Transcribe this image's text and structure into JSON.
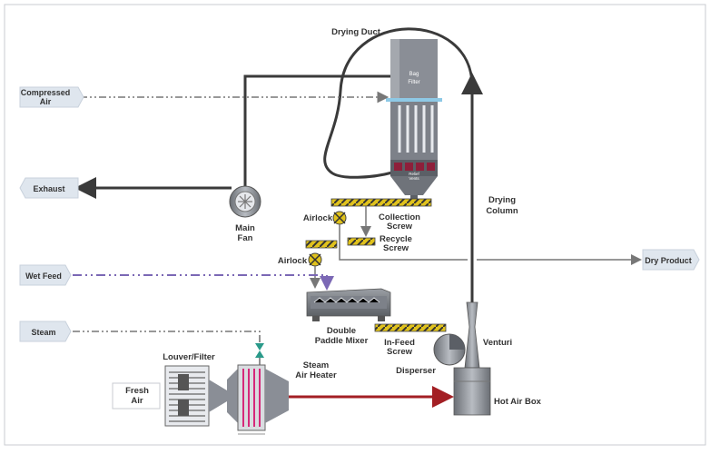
{
  "labels": {
    "drying_duct": "Drying Duct",
    "bag_filter_1": "Bag",
    "bag_filter_2": "Filter",
    "relief_vents_1": "Relief",
    "relief_vents_2": "Vents",
    "compressed_air_1": "Compressed",
    "compressed_air_2": "Air",
    "exhaust": "Exhaust",
    "main_fan_1": "Main",
    "main_fan_2": "Fan",
    "airlock_1": "Airlock",
    "airlock_2": "Airlock",
    "collection_screw_1": "Collection",
    "collection_screw_2": "Screw",
    "recycle_screw_1": "Recycle",
    "recycle_screw_2": "Screw",
    "drying_column_1": "Drying",
    "drying_column_2": "Column",
    "dry_product": "Dry Product",
    "wet_feed": "Wet Feed",
    "double_paddle_mixer_1": "Double",
    "double_paddle_mixer_2": "Paddle Mixer",
    "steam": "Steam",
    "in_feed_screw_1": "In-Feed",
    "in_feed_screw_2": "Screw",
    "venturi": "Venturi",
    "disperser": "Disperser",
    "louver_filter": "Louver/Filter",
    "fresh_air_1": "Fresh",
    "fresh_air_2": "Air",
    "steam_air_heater_1": "Steam",
    "steam_air_heater_2": "Air Heater",
    "hot_air_box": "Hot Air Box"
  },
  "colors": {
    "duct": "#3a3a3a",
    "hot_air": "#a31f24",
    "wet_feed_line": "#7b68b5",
    "utility_line": "#777777",
    "bag_filter": "#8a8e96",
    "relief_vents": "#8e1f3a",
    "screw_yellow": "#e0c21c",
    "heater_pink": "#d6287a",
    "tag_fill": "#dfe6ee",
    "filter_blue": "#8ec9e6"
  }
}
